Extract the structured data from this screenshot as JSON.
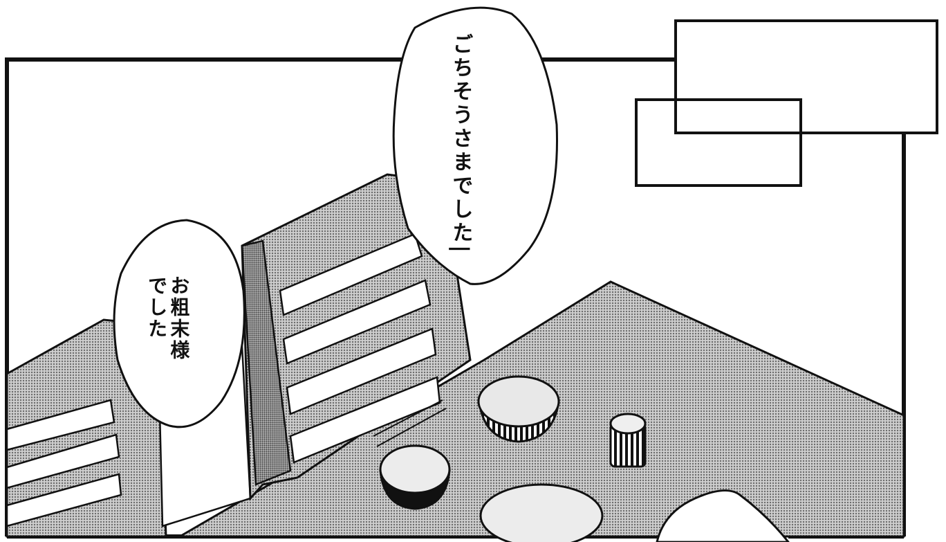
{
  "panel": {
    "speech_bubbles": [
      {
        "id": "bubble-1",
        "text": "ごちそうさまでした|"
      },
      {
        "id": "bubble-2",
        "text": "お粗末様\nでした"
      }
    ]
  },
  "colors": {
    "ink": "#111111",
    "paper": "#ffffff",
    "screentone": "#9a9a9a"
  }
}
